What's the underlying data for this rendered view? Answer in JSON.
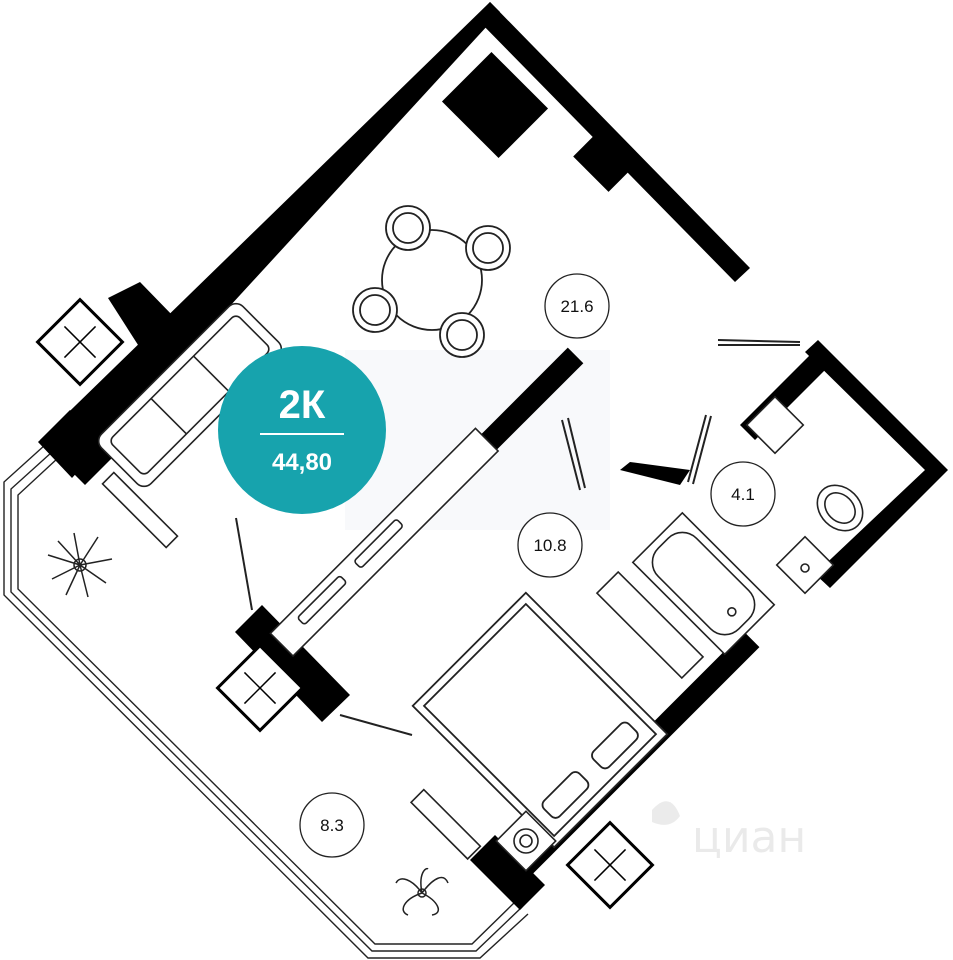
{
  "apartment": {
    "type_label": "2К",
    "total_area": "44,80",
    "badge_color": "#17a3ad"
  },
  "rooms": [
    {
      "id": "living",
      "area": "21.6"
    },
    {
      "id": "bathroom",
      "area": "4.1"
    },
    {
      "id": "bedroom",
      "area": "10.8"
    },
    {
      "id": "balcony",
      "area": "8.3"
    }
  ],
  "watermark": {
    "text": "циан"
  },
  "colors": {
    "wall": "#000000",
    "furniture_stroke": "#222222"
  }
}
